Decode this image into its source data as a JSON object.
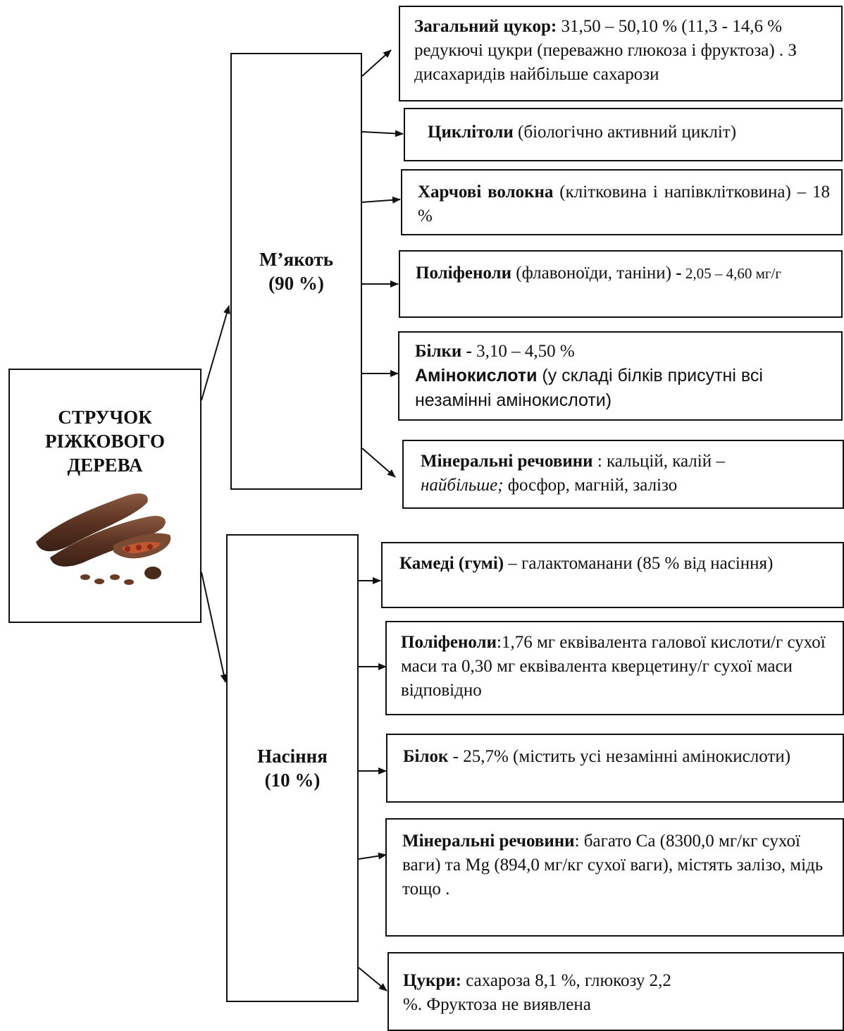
{
  "root": {
    "line1": "СТРУЧОК",
    "line2": "РІЖКОВОГО",
    "line3": "ДЕРЕВА"
  },
  "pulp": {
    "name": "М’якоть",
    "percent": "(90 %)",
    "items": [
      {
        "bold": "Загальний цукор:",
        "text": " 31,50 – 50,10 % (11,3 - 14,6 % редукючі цукри (переважно глюкоза і фруктоза) . З дисахаридів найбільше сахарози"
      },
      {
        "bold": "Циклітоли",
        "text": " (біологічно активний цикліт)"
      },
      {
        "bold": "Харчові волокна",
        "text": " (клітковина і напівклітковина) – 18 %"
      },
      {
        "bold": "Поліфеноли",
        "text": " (флавоноїди, таніни) ",
        "bold2": "-",
        "value": " 2,05 – 4,60 мг/г"
      },
      {
        "bold": "Білки -",
        "text": " 3,10 – 4,50 %",
        "bold2": "Амінокислоти",
        "text2": " (у складі білків присутні всі незамінні амінокислоти)"
      },
      {
        "bold": "Мінеральні речовини",
        "text": " : кальцій, калій –",
        "italic": "найбільше;",
        "text2": " фосфор, магній, залізо"
      }
    ]
  },
  "seeds": {
    "name": "Насіння",
    "percent": "(10 %)",
    "items": [
      {
        "bold": "Камеді (гумі)",
        "text": " – галактоманани (85 % від насіння)"
      },
      {
        "bold": "Поліфеноли",
        "text": ":1,76 мг еквівалента галової кислоти/г сухої маси та 0,30 мг еквівалента кверцетину/г сухої маси відповідно"
      },
      {
        "bold": "Білок",
        "text": " - 25,7% (містить усі незамінні амінокислоти)"
      },
      {
        "bold": "Мінеральні речовини",
        "text": ": багато Ca (8300,0 мг/кг сухої ваги) та Mg (894,0 мг/кг сухої ваги), містять залізо, мідь тощо ."
      },
      {
        "bold": "Цукри:",
        "text": " сахароза 8,1 %, глюкозу 2,2 %.  Фруктоза не виявлена"
      }
    ]
  }
}
